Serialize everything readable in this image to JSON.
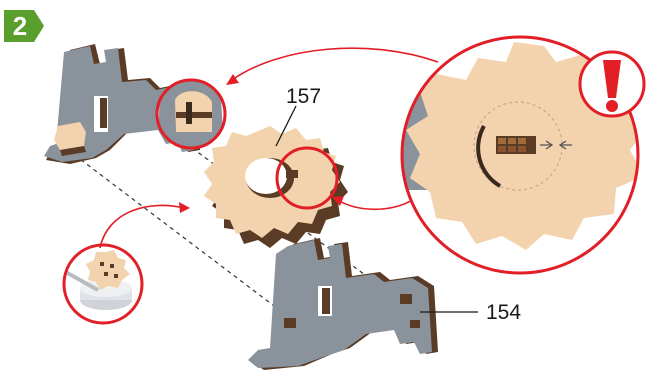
{
  "step": {
    "number": "2"
  },
  "parts": [
    {
      "id": "157",
      "label": "157"
    },
    {
      "id": "154",
      "label": "154"
    }
  ],
  "callout": {
    "icon": "exclamation-icon"
  },
  "colors": {
    "step_badge": "#5a9e2d",
    "callout_red": "#e21e26",
    "plywood": "#f2d3ad",
    "plywood_edge": "#5a3b26",
    "panel_grey": "#8a929c",
    "panel_grey_dark": "#6d747d"
  }
}
